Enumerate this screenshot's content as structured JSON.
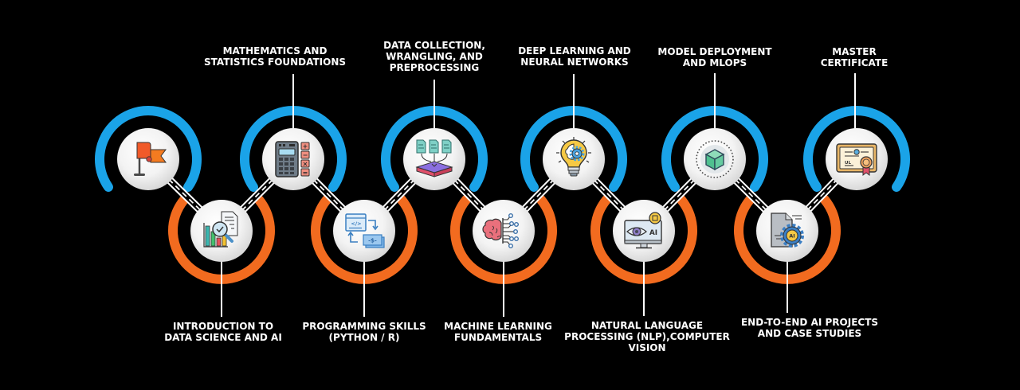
{
  "colors": {
    "background": "#000000",
    "top_arc": "#1aa3e8",
    "bottom_arc": "#f26b1f",
    "connector": "#ffffff",
    "label_text": "#ffffff",
    "node_fill": "#f2f2f2"
  },
  "roadmap": {
    "steps": [
      {
        "step": 1,
        "position": "top",
        "arc_color": "blue",
        "icon": "flag-icon",
        "label_lines": []
      },
      {
        "step": 2,
        "position": "bottom",
        "arc_color": "orange",
        "icon": "data-analysis-report-icon",
        "label_lines": [
          "INTRODUCTION TO",
          "DATA SCIENCE AND AI"
        ]
      },
      {
        "step": 3,
        "position": "top",
        "arc_color": "blue",
        "icon": "calculator-icon",
        "label_lines": [
          "MATHEMATICS AND",
          "STATISTICS FOUNDATIONS"
        ]
      },
      {
        "step": 4,
        "position": "bottom",
        "arc_color": "orange",
        "icon": "code-exchange-icon",
        "label_lines": [
          "PROGRAMMING SKILLS",
          "(PYTHON / R)"
        ]
      },
      {
        "step": 5,
        "position": "top",
        "arc_color": "blue",
        "icon": "data-collection-icon",
        "label_lines": [
          "DATA COLLECTION,",
          "WRANGLING, AND",
          "PREPROCESSING"
        ]
      },
      {
        "step": 6,
        "position": "bottom",
        "arc_color": "orange",
        "icon": "brain-circuit-icon",
        "label_lines": [
          "MACHINE LEARNING",
          "FUNDAMENTALS"
        ]
      },
      {
        "step": 7,
        "position": "top",
        "arc_color": "blue",
        "icon": "lightbulb-gear-icon",
        "label_lines": [
          "DEEP LEARNING AND",
          "NEURAL NETWORKS"
        ]
      },
      {
        "step": 8,
        "position": "bottom",
        "arc_color": "orange",
        "icon": "computer-vision-monitor-icon",
        "label_lines": [
          "NATURAL LANGUAGE",
          "PROCESSING (NLP),COMPUTER",
          "VISION"
        ]
      },
      {
        "step": 9,
        "position": "top",
        "arc_color": "blue",
        "icon": "deployment-cube-icon",
        "label_lines": [
          "MODEL DEPLOYMENT",
          "AND MLOPS"
        ]
      },
      {
        "step": 10,
        "position": "bottom",
        "arc_color": "orange",
        "icon": "ai-document-gear-icon",
        "label_lines": [
          "END-TO-END AI PROJECTS",
          "AND CASE STUDIES"
        ]
      },
      {
        "step": 11,
        "position": "top",
        "arc_color": "blue",
        "icon": "certificate-icon",
        "label_lines": [
          "MASTER",
          "CERTIFICATE"
        ]
      }
    ]
  },
  "icon_text": {
    "calculator_ops": [
      "+",
      "−",
      "×",
      "="
    ],
    "code_tag": "</>",
    "money": "-$-",
    "monitor_ai": "AI",
    "gear_ai": "AI",
    "certificate_signature": "UL"
  }
}
